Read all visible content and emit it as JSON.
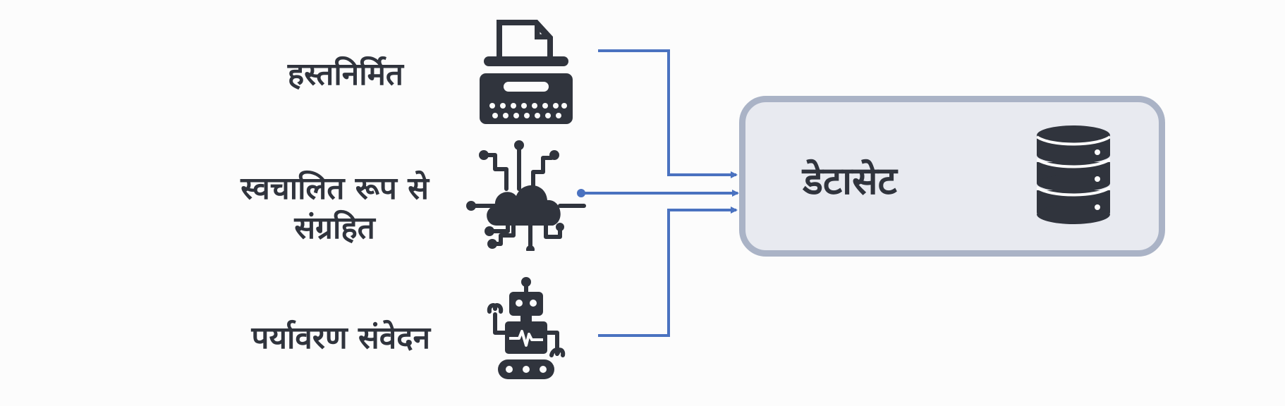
{
  "sources": [
    {
      "id": "handmade",
      "label": "हस्तनिर्मित",
      "icon": "typewriter-icon"
    },
    {
      "id": "auto",
      "label_lines": [
        "स्वचालित रूप से",
        "संग्रहित"
      ],
      "icon": "cloud-network-icon"
    },
    {
      "id": "env",
      "label": "पर्यावरण संवेदन",
      "icon": "robot-sensor-icon"
    }
  ],
  "dataset": {
    "title": "डेटासेट",
    "icon": "database-icon"
  },
  "colors": {
    "connector": "#4a72c0",
    "icon": "#30343d",
    "box_fill": "#e8eaf0",
    "box_border": "#aab3c6"
  }
}
